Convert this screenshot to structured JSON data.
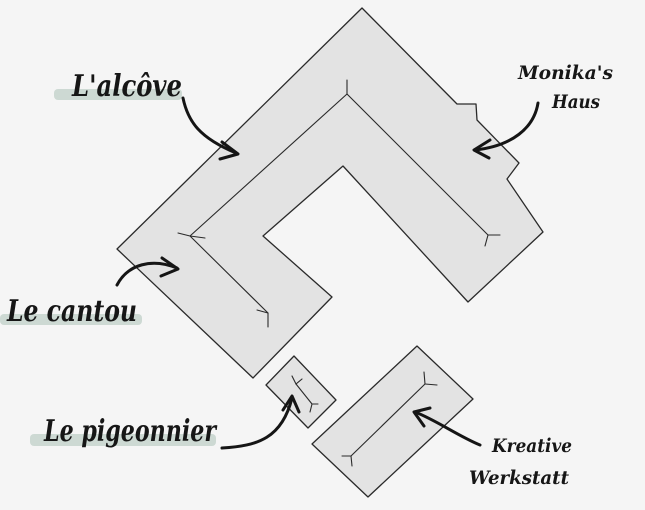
{
  "map": {
    "labels": {
      "alcove": "L'alcôve",
      "canton": "Le cantou",
      "pigeonnier": "Le pigeonnier",
      "monika_line1": "Monika's",
      "monika_line2": "Haus",
      "werkstatt_line1": "Kreative",
      "werkstatt_line2": "Werkstatt"
    },
    "colors": {
      "background": "#f5f5f5",
      "building_fill": "#e3e3e3",
      "outline": "#2a2a2a",
      "label_highlight": "#c9d6cf"
    }
  }
}
